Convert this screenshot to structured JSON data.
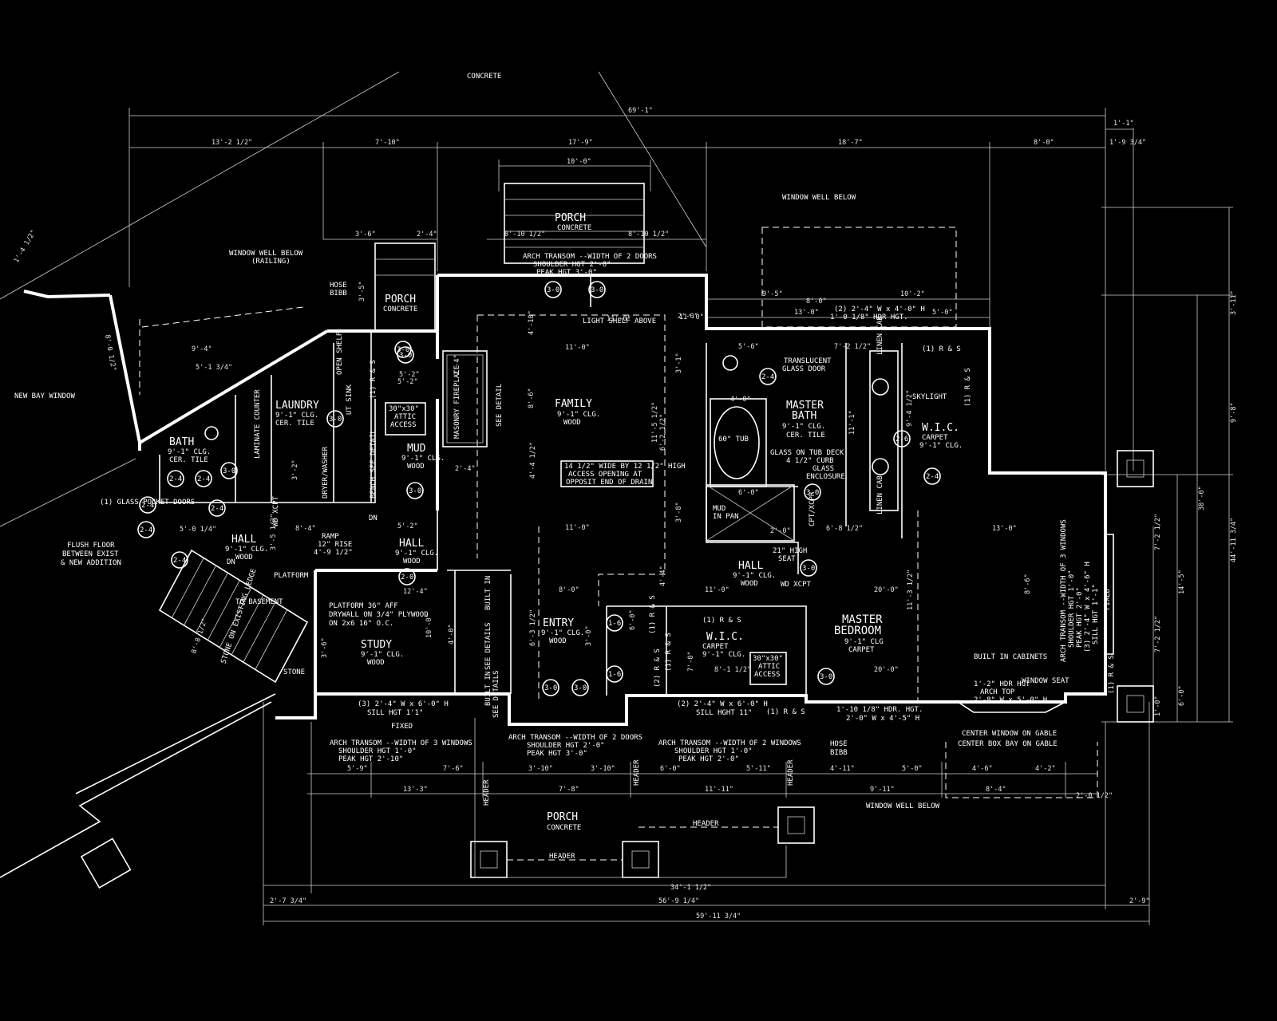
{
  "labels": {
    "concrete_top": "CONCRETE",
    "new_bay_window": "NEW BAY WINDOW",
    "window_well_below_top": "WINDOW WELL BELOW",
    "window_well_below_left": "WINDOW WELL BELOW",
    "railing": "(RAILING)",
    "window_well_below_bottom": "WINDOW WELL BELOW",
    "glass_pocket_doors": "(1) GLASS POCKET DOORS",
    "flush_floor_1": "FLUSH FLOOR",
    "flush_floor_2": "BETWEEN EXIST",
    "flush_floor_3": "& NEW ADDITION",
    "platform_label": "PLATFORM",
    "to_basement": "TO BASEMENT",
    "stone": "STONE",
    "stone_on_existing": "STONE ON EXISTING LEDGE",
    "platform_note_1": "PLATFORM 36\" AFF",
    "platform_note_2": "DRYWALL ON 3/4\" PLYWOOD",
    "platform_note_3": "ON 2x6 16\" O.C.",
    "hose_bibb_left_1": "HOSE",
    "hose_bibb_left_2": "BIBB",
    "hose_bibb_right_1": "HOSE",
    "hose_bibb_right_2": "BIBB",
    "arch_top_1": "ARCH TRANSOM --WIDTH OF 2 DOORS",
    "arch_top_2": "SHOULDER HGT 2'-0\"",
    "arch_top_3": "PEAK HGT 3'-0\"",
    "light_shelf": "LIGHT SHELF ABOVE",
    "access_1": "14 1/2\" WIDE BY 12 1/2\" HIGH",
    "access_2": "ACCESS OPENING AT",
    "access_3": "OPPOSIT END OF DRAIN",
    "translucent_1": "TRANSLUCENT",
    "translucent_2": "GLASS DOOR",
    "tub": "60\" TUB",
    "glass_tub_1": "GLASS ON TUB DECK",
    "glass_tub_2": "4 1/2\" CURB",
    "glass_tub_3": "GLASS",
    "glass_tub_4": "ENCLOSURE",
    "mud_in_pan_1": "MUD",
    "mud_in_pan_2": "IN PAN",
    "seat_1": "21\" HIGH",
    "seat_2": "SEAT",
    "skylight": "SKYLIGHT",
    "built_in_cabinets": "BUILT IN CABINETS",
    "window_seat": "WINDOW SEAT",
    "arch_top_right_1": "1'-2\" HDR HGT",
    "arch_top_right_2": "ARCH TOP",
    "arch_top_right_3": "2'-8\" W x 5'-0\" H",
    "center_window": "CENTER WINDOW ON GABLE",
    "center_box": "CENTER BOX BAY ON GABLE",
    "arch_study_1": "ARCH TRANSOM --WIDTH OF 3 WINDOWS",
    "arch_study_2": "SHOULDER HGT 1'-0\"",
    "arch_study_3": "PEAK HGT 2'-10\"",
    "arch_entry_1": "ARCH TRANSOM --WIDTH OF 2 DOORS",
    "arch_entry_2": "SHOULDER HGT 2'-0\"",
    "arch_entry_3": "PEAK HGT 3'-0\"",
    "arch_wic_1": "ARCH TRANSOM --WIDTH OF 2 WINDOWS",
    "arch_wic_2": "SHOULDER HGT 1'-0\"",
    "arch_wic_3": "PEAK HGT 2'-0\"",
    "header_1": "HEADER",
    "header_2": "HEADER",
    "header_v1": "HEADER",
    "header_v2": "HEADER",
    "header_v3": "HEADER",
    "fixed_bottom": "FIXED",
    "fixed_right": "FIXED",
    "masonry_fireplace": "MASONRY FIREPLACE",
    "see_detail": "SEE DETAIL",
    "built_in_1": "BUILT IN",
    "see_details_1": "SEE DETAILS",
    "see_details_2": "SEE DETAILS",
    "built_in_2": "BUILT IN",
    "laminate": "LAMINATE COUNTER",
    "dryer_washer": "DRYER/WASHER",
    "open_shelf": "OPEN SHELF",
    "bench": "BENCH SEE DETAIL",
    "ut_sink": "UT SINK",
    "wd_xcpt": "WD XCPT",
    "cptxcpr": "CPT/XCPR",
    "arch_right_1": "ARCH TRANSOM --WIDTH OF 3 WINDOWS",
    "arch_right_2": "SHOULDER HGT 1'-0\"",
    "arch_right_3": "PEAK HGT 2'-0\"",
    "arch_right_4": "(3) 2'-4\" W x 4'-6\" H",
    "arch_right_5": "SILL HGT 1'-1\"",
    "win_top_1": "(2) 2'-4\" W x 4'-0\" H",
    "win_top_2": "1'-0 1/8\" HDR HGT.",
    "win_study_1": "(3) 2'-4\" W x 6'-0\" H",
    "win_study_2": "SILL HGT 1'1\"",
    "win_wic_1": "(2) 2'-4\" W x 6'-0\" H",
    "win_wic_2": "SILL HGHT 11\"",
    "win_mb_1": "1'-10 1/8\" HDR. HGT.",
    "win_mb_2": "2'-0\" W x 4'-5\" H",
    "attic1_1": "30\"x30\"",
    "attic1_2": "ATTIC",
    "attic1_3": "ACCESS",
    "attic2_1": "30\"x30\"",
    "attic2_2": "ATTIC",
    "attic2_3": "ACCESS",
    "ramp_1": "RAMP",
    "ramp_2": "12\" RISE",
    "ramp_3": "4'-9 1/2\"",
    "dn_1": "DN",
    "dn_2": "DN"
  },
  "rooms": [
    {
      "id": "porch-top",
      "name": "PORCH",
      "sub": "CONCRETE",
      "sub2": ""
    },
    {
      "id": "porch-mid",
      "name": "PORCH",
      "sub": "CONCRETE",
      "sub2": ""
    },
    {
      "id": "porch-bottom",
      "name": "PORCH",
      "sub": "CONCRETE",
      "sub2": ""
    },
    {
      "id": "family",
      "name": "FAMILY",
      "sub": "9'-1\" CLG.",
      "sub2": "WOOD"
    },
    {
      "id": "master-bath",
      "name": "MASTER",
      "sub": "BATH",
      "sub2": "9'-1\" CLG."
    },
    {
      "id": "laundry",
      "name": "LAUNDRY",
      "sub": "9'-1\" CLG.",
      "sub2": "CER. TILE"
    },
    {
      "id": "bath",
      "name": "BATH",
      "sub": "9'-1\" CLG.",
      "sub2": "CER. TILE"
    },
    {
      "id": "mud",
      "name": "MUD",
      "sub": "9'-1\" CLG.",
      "sub2": "WOOD"
    },
    {
      "id": "hall-left",
      "name": "HALL",
      "sub": "9'-1\" CLG.",
      "sub2": "WOOD"
    },
    {
      "id": "hall-mid",
      "name": "HALL",
      "sub": "9'-1\" CLG.",
      "sub2": "WOOD"
    },
    {
      "id": "hall-right",
      "name": "HALL",
      "sub": "9'-1\" CLG.",
      "sub2": "WOOD"
    },
    {
      "id": "wic-right",
      "name": "W.I.C.",
      "sub": "CARPET",
      "sub2": "9'-1\" CLG."
    },
    {
      "id": "wic-mid",
      "name": "W.I.C.",
      "sub": "CARPET",
      "sub2": "9'-1\" CLG."
    },
    {
      "id": "study",
      "name": "STUDY",
      "sub": "9'-1\" CLG.",
      "sub2": "WOOD"
    },
    {
      "id": "entry",
      "name": "ENTRY",
      "sub": "9'-1\" CLG.",
      "sub2": "WOOD"
    },
    {
      "id": "master-bedroom",
      "name": "MASTER",
      "sub": "BEDROOM",
      "sub2": "9'-1\" CLG"
    }
  ],
  "room_extra": {
    "master_bath_tile": "CER. TILE",
    "master_bedroom_carpet": "CARPET"
  },
  "dimensions": {
    "overall_top": "69'-1\"",
    "top_13_2": "13'-2 1/2\"",
    "top_7_10": "7'-10\"",
    "top_17_9": "17'-9\"",
    "top_18_7": "18'-7\"",
    "top_8_0": "8'-0\"",
    "top_1_9": "1'-9 3/4\"",
    "top_1_1": "1'-1\"",
    "porch_10_0": "10'-0\"",
    "d3_6": "3'-6\"",
    "d2_4": "2'-4\"",
    "d8_10a": "8'-10 1/2\"",
    "d8_10b": "8'-10 1/2\"",
    "d9_5": "9'-5\"",
    "d10_2": "10'-2\"",
    "d13_0": "13'-0\"",
    "d5_0": "5'-0\"",
    "d11_0a": "11'-0\"",
    "d11_0b": "11'-0\"",
    "d20_0a": "20'-0\"",
    "d20_0b": "20'-0\"",
    "d13_0b": "13'-0\"",
    "d6_8": "6'-8 1/2\"",
    "d8_0b": "8'-0\"",
    "d11_0c": "11'-0\"",
    "right_3_11": "3'-11\"",
    "right_9_8": "9'-8\"",
    "right_30_0": "30'-0\"",
    "right_44_11": "44'-11 3/4\"",
    "right_14_5": "14'-5\"",
    "right_7_2a": "7'-2 1/2\"",
    "right_7_2b": "7'-2 1/2\"",
    "right_1_0": "1'-0\"",
    "right_6_0": "6'-0\"",
    "bot_5_9": "5'-9\"",
    "bot_7_6": "7'-6\"",
    "bot_3_10a": "3'-10\"",
    "bot_3_10b": "3'-10\"",
    "bot_6_0": "6'-0\"",
    "bot_5_11": "5'-11\"",
    "bot_4_11": "4'-11\"",
    "bot_5_0": "5'-0\"",
    "bot_4_6": "4'-6\"",
    "bot_4_2": "4'-2\"",
    "bot_13_3": "13'-3\"",
    "bot_7_8": "7'-8\"",
    "bot_11_11": "11'-11\"",
    "bot_9_11": "9'-11\"",
    "bot_8_4": "8'-4\"",
    "bot_2_0": "2'-0 1/2\"",
    "bot_34_1": "34'-1 1/2\"",
    "bot_56_9": "56'-9 1/4\"",
    "bot_59_11": "59'-11 3/4\"",
    "bot_2_7": "2'-7 3/4\"",
    "bot_2_9": "2'-9\"",
    "left_8_0": "8'-0 1/2\"",
    "left_1_4": "1'-4 1/2\"",
    "left_5_1": "5'-1 3/4\"",
    "left_9_4": "9'-4\"",
    "left_8_8": "8'-8 1/2\"",
    "fam_11_5": "11'-5 1/2\"",
    "fam_6_2": "6'-2 1/2\"",
    "fam_4_4": "4'-4 1/2\"",
    "fam_8_6": "8'-6\"",
    "fam_4_10": "4'-10\"",
    "fam_2_0": "2'-0\"",
    "fam_3_1": "3'-1\"",
    "fam_3_8": "3'-8\"",
    "fam_4_4b": "4'-4\"",
    "mb_11_3": "11'-3 1/2\"",
    "mb_8_6": "8'-6\"",
    "mb_5_6": "5'-6\"",
    "mb_7_2": "7'-2 1/2\"",
    "mb_4_0": "4'-0\"",
    "mb_11_1": "11'-1\"",
    "mb_9_4": "9'-4 1/2\"",
    "mb_6_0": "6'-0\"",
    "mb_2_0": "2'-0\"",
    "study_10_0": "10'-0\"",
    "study_4_0": "4'-0\"",
    "study_3_6": "3'-6\"",
    "study_2_4": "2'-4\"",
    "entry_6_3": "6'-3 1/2\"",
    "entry_3_0": "3'-0\"",
    "entry_6_0": "6'-0\"",
    "wic_8_1": "8'-1 1/2\"",
    "wic_7_0": "7'-0\"",
    "laundry_3_2": "3'-2\"",
    "laundry_8_4": "8'-4\"",
    "laundry_5_0": "5'-0 1/4\"",
    "mud_5_2": "5'-2\"",
    "mud_2_4": "2'-4\"",
    "hall_5_2": "5'-2\"",
    "hall_3_5": "3'-5 1/2\"",
    "porch_3_5": "3'-5\"",
    "fam_11_0": "11'-0\"",
    "fam_11_0b": "11'-0\"",
    "fam_8_0": "8'-0\"",
    "fam_5_2": "5'-2\"",
    "stair_12_4": "12'-4\""
  },
  "doors": [
    "3-0",
    "3-0",
    "2-4",
    "2-4",
    "3-0",
    "3-0",
    "3-0",
    "3-0",
    "2-4",
    "2-4",
    "3-0",
    "2-0",
    "1-6",
    "1-6",
    "2-4",
    "2-4",
    "3-0",
    "2-4",
    "2-4",
    "3-0",
    "3-0",
    "3-0",
    "2-6",
    "3-0"
  ],
  "shelves": [
    "(1) R & S",
    "(1) R & S",
    "(1) R & S",
    "(1) R & S",
    "(1) R & S",
    "(1) R & S",
    "(2) R & S",
    "(1) R & S",
    "(1) R & S"
  ],
  "cabs": [
    "LINEN CAB",
    "LINEN CAB"
  ]
}
